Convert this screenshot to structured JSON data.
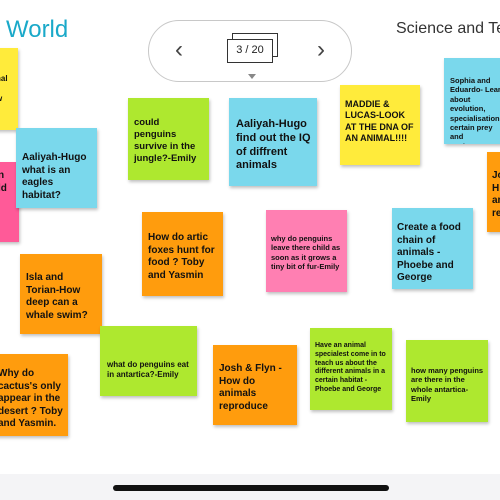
{
  "header": {
    "title": "World",
    "board_title": "Science and Te",
    "pager": {
      "counter": "3 / 20",
      "prev_icon": "chevron-left-icon",
      "next_icon": "chevron-right-icon"
    }
  },
  "colors": {
    "yellow": "#ffeb3b",
    "lime": "#aee82f",
    "cyan": "#7ad8ec",
    "orange": "#ff9c0d",
    "pink": "#ff7fb2",
    "pink_bright": "#ff5a98"
  },
  "notes": [
    {
      "text": "hal\n\nw"
    },
    {
      "text": "n\nld"
    },
    {
      "text": "Aaliyah-Hugo what is an eagles habitat?"
    },
    {
      "text": "could penguins survive in the jungle?-Emily"
    },
    {
      "text": "Aaliyah-Hugo find out the IQ of diffrent animals"
    },
    {
      "text": "MADDIE & LUCAS-LOOK AT THE DNA OF AN ANIMAL!!!!"
    },
    {
      "text": "Sophia and Eduardo- Learn about evolution, specialisation certain prey and environments."
    },
    {
      "text": "Jo\nH\nar\nre"
    },
    {
      "text": "How do artic foxes hunt for food ? Toby and Yasmin"
    },
    {
      "text": "why do penguins leave there child as soon as it grows a tiny bit of fur-Emily"
    },
    {
      "text": "Create a food chain of animals - Phoebe and George"
    },
    {
      "text": "Isla and Torian-How deep can a whale swim?"
    },
    {
      "text": "what do penguins eat in antartica?-Emily"
    },
    {
      "text": "Josh & Flyn - How do animals reproduce"
    },
    {
      "text": "Have an animal specialest come in to teach us about the different animals in a certain habitat - Phoebe and George"
    },
    {
      "text": "how many penguins are there in the whole antartica-Emily"
    },
    {
      "text": "Why do cactus's only appear in the desert ? Toby and Yasmin."
    }
  ]
}
